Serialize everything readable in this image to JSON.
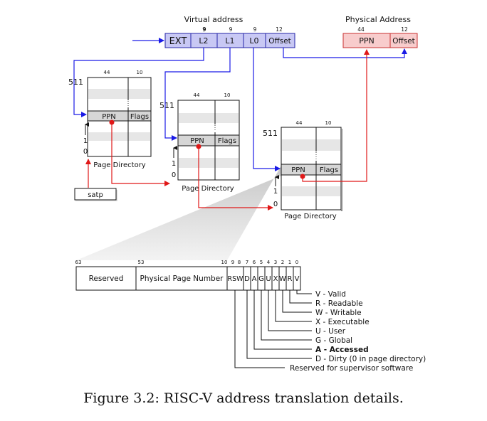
{
  "virtual_address": {
    "title": "Virtual address",
    "fields": [
      {
        "label": "EXT",
        "bits": ""
      },
      {
        "label": "L2",
        "bits": "9"
      },
      {
        "label": "L1",
        "bits": "9"
      },
      {
        "label": "L0",
        "bits": "9"
      },
      {
        "label": "Offset",
        "bits": "12"
      }
    ]
  },
  "physical_address": {
    "title": "Physical Address",
    "fields": [
      {
        "label": "PPN",
        "bits": "44"
      },
      {
        "label": "Offset",
        "bits": "12"
      }
    ]
  },
  "page_directories": [
    {
      "caption": "Page Directory",
      "top_index": "511",
      "ppn_bits": "44",
      "flags_bits": "10",
      "ppn": "PPN",
      "flags": "Flags",
      "idx_one": "1",
      "idx_zero": "0"
    },
    {
      "caption": "Page Directory",
      "top_index": "511",
      "ppn_bits": "44",
      "flags_bits": "10",
      "ppn": "PPN",
      "flags": "Flags",
      "idx_one": "1",
      "idx_zero": "0"
    },
    {
      "caption": "Page Directory",
      "top_index": "511",
      "ppn_bits": "44",
      "flags_bits": "10",
      "ppn": "PPN",
      "flags": "Flags",
      "idx_one": "1",
      "idx_zero": "0"
    }
  ],
  "satp_label": "satp",
  "pte": {
    "bit_labels": [
      "63",
      "53",
      "10",
      "9",
      "8",
      "7",
      "6",
      "5",
      "4",
      "3",
      "2",
      "1",
      "0"
    ],
    "fields": [
      "Reserved",
      "Physical Page Number",
      "RSW",
      "D",
      "A",
      "G",
      "U",
      "X",
      "W",
      "R",
      "V"
    ],
    "legend": [
      {
        "text": "V - Valid",
        "bold": false
      },
      {
        "text": "R  - Readable",
        "bold": false
      },
      {
        "text": "W - Writable",
        "bold": false
      },
      {
        "text": "X  - Executable",
        "bold": false
      },
      {
        "text": "U - User",
        "bold": false
      },
      {
        "text": "G - Global",
        "bold": false
      },
      {
        "text": "A - Accessed",
        "bold": true
      },
      {
        "text": "D - Dirty (0 in page directory)",
        "bold": false
      },
      {
        "text": "Reserved for supervisor software",
        "bold": false
      }
    ]
  },
  "caption": "Figure 3.2: RISC-V address translation details.",
  "colors": {
    "blue_fill": "#c8c8f4",
    "blue_stroke": "#2323a8",
    "blue_arrow": "#1a1ae6",
    "red_fill": "#f8cccc",
    "red_stroke": "#c83030",
    "red_arrow": "#e01818",
    "row_gray": "#e6e6e6",
    "ppn_row": "#d6d6d6"
  }
}
